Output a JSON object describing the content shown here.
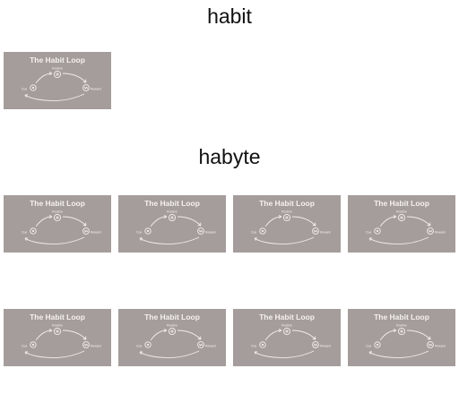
{
  "sections": [
    {
      "title": "habit",
      "thumb_count": 1
    },
    {
      "title": "habyte",
      "thumb_count": 8
    }
  ],
  "thumbnail": {
    "title": "The Habit Loop",
    "labels": {
      "cue": "Cue",
      "routine": "Routine",
      "reward": "Reward"
    },
    "icons": [
      "cue-icon",
      "routine-icon",
      "reward-icon"
    ]
  },
  "colors": {
    "thumb_bg": "#a59d9b",
    "thumb_fg": "#f4f1ef"
  }
}
